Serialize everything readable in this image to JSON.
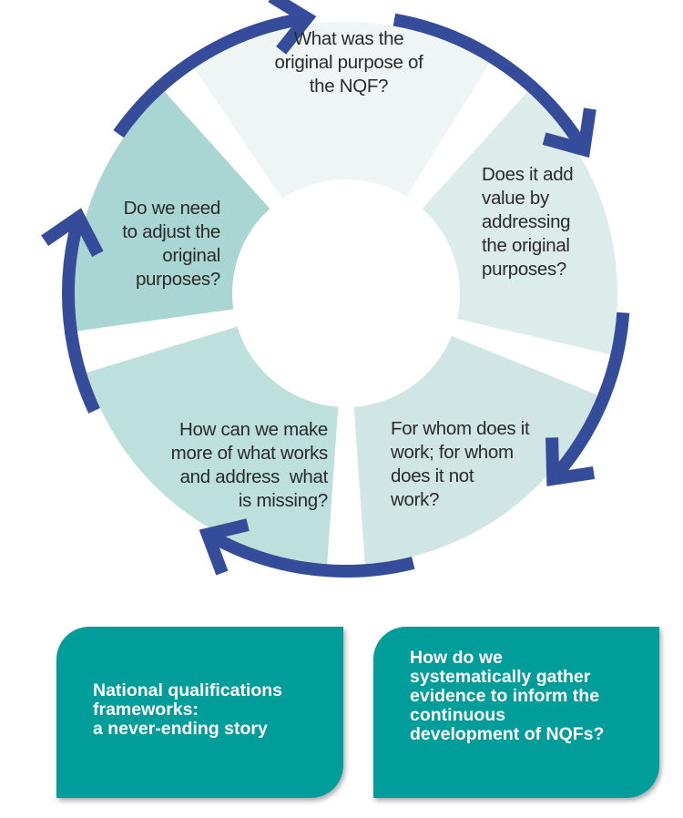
{
  "diagram": {
    "type": "cycle",
    "colors": {
      "arrow": "#354c9a",
      "box": "#009d9a",
      "wedge_top": "#eef5f4",
      "wedge_right": "#dcecea",
      "wedge_bottom_right": "#cfe6e4",
      "wedge_bottom_left": "#bde0dd",
      "wedge_left": "#a9d6d2"
    },
    "steps": [
      {
        "id": "original-purpose",
        "text": "What was the\noriginal purpose of\nthe NQF?"
      },
      {
        "id": "add-value",
        "text": "Does it add\nvalue by\naddressing\nthe original\npurposes?"
      },
      {
        "id": "for-whom",
        "text": "For whom does it\nwork; for whom\ndoes it not\nwork?"
      },
      {
        "id": "make-more",
        "text": "How can we make\nmore of what works\nand address  what\nis missing?"
      },
      {
        "id": "adjust-purposes",
        "text": "Do we need\nto adjust the\noriginal\npurposes?"
      }
    ]
  },
  "boxes": {
    "title": "National qualifications\nframeworks:\na never-ending story",
    "question": "How do we\nsystematically gather\nevidence to inform the\ncontinuous\ndevelopment of NQFs?"
  }
}
